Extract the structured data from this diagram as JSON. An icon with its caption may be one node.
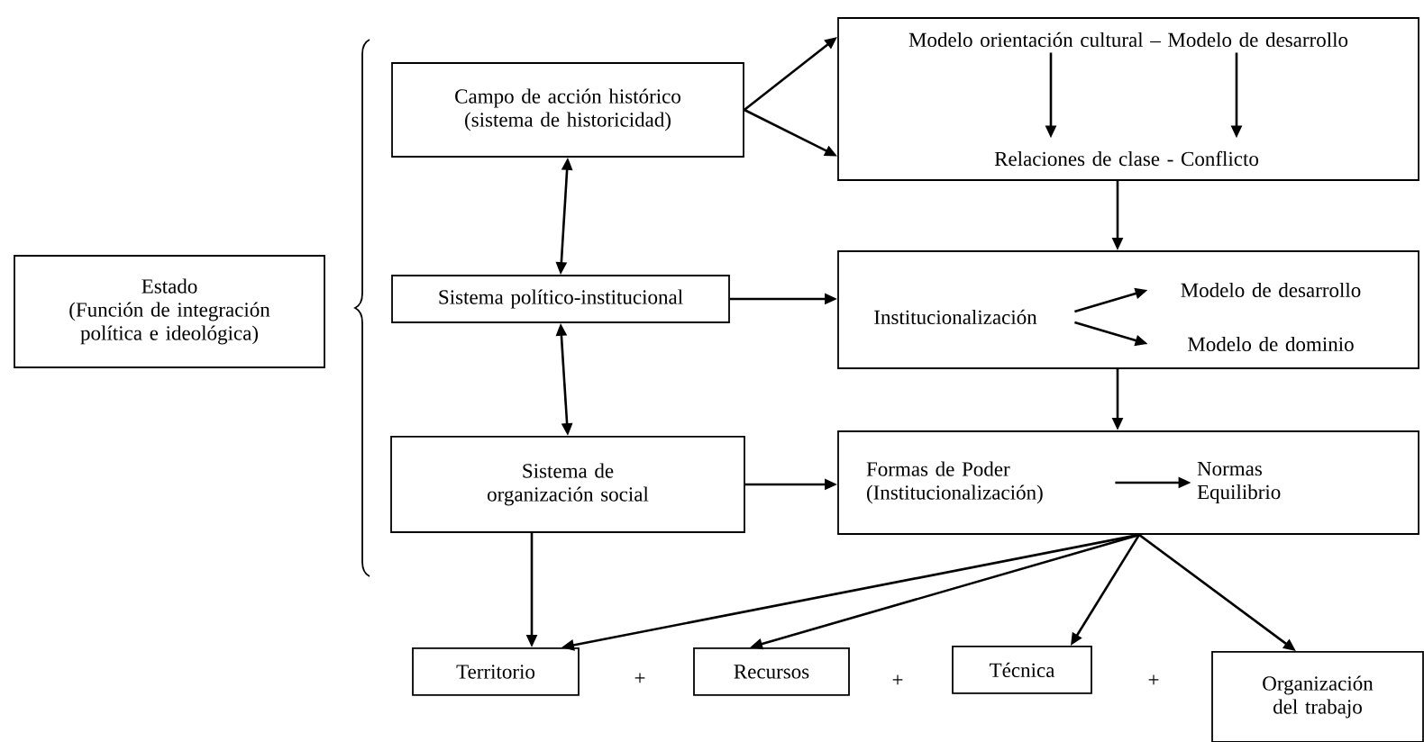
{
  "diagram": {
    "nodes": [
      {
        "text": [
          "Estado",
          "(Función de integración política e ideológica)"
        ]
      },
      {
        "text": [
          "Campo de acción histórico (sistema de historicidad)"
        ]
      },
      {
        "text": [
          "Sistema político-institucional"
        ]
      },
      {
        "text": [
          "Sistema de organización social"
        ]
      },
      {
        "text": [],
        "shape": "box"
      },
      {
        "text": [
          "Modelo orientación cultural – Modelo de desarrollo"
        ],
        "in": 4
      },
      {
        "text": [
          "Relaciones de clase - Conflicto"
        ],
        "in": 4
      },
      {
        "text": [],
        "shape": "box"
      },
      {
        "text": [
          "Institucionalización"
        ],
        "in": 7
      },
      {
        "text": [
          "Modelo de desarrollo"
        ],
        "in": 7
      },
      {
        "text": [
          "Modelo de dominio"
        ],
        "in": 7
      },
      {
        "text": [],
        "shape": "box"
      },
      {
        "text": [
          "Formas de Poder (Institucionalización)"
        ],
        "in": 11
      },
      {
        "text": [
          "Normas Equilibrio"
        ],
        "in": 11
      },
      {
        "text": [
          "Territorio"
        ]
      },
      {
        "text": [
          "Recursos"
        ]
      },
      {
        "text": [
          "Técnica"
        ]
      },
      {
        "text": [
          "Organización del trabajo"
        ]
      }
    ],
    "edges": [
      {
        "from": 1,
        "to": 2,
        "arrow": "both"
      },
      {
        "from": 2,
        "to": 3,
        "arrow": "both"
      },
      {
        "from": 1,
        "to": 4,
        "arrow": "to"
      },
      {
        "from": 1,
        "to": 4,
        "arrow": "to"
      },
      {
        "from": 2,
        "to": 7,
        "arrow": "to"
      },
      {
        "from": 3,
        "to": 11,
        "arrow": "to"
      },
      {
        "from": 4,
        "to": 7,
        "arrow": "to"
      },
      {
        "from": 7,
        "to": 11,
        "arrow": "to"
      },
      {
        "from": 5,
        "to": 6,
        "arrow": "to"
      },
      {
        "from": 5,
        "to": 6,
        "arrow": "to"
      },
      {
        "from": 8,
        "to": 9,
        "arrow": "to"
      },
      {
        "from": 8,
        "to": 10,
        "arrow": "to"
      },
      {
        "from": 12,
        "to": 13,
        "arrow": "to"
      },
      {
        "from": 3,
        "to": 14,
        "arrow": "to"
      },
      {
        "from": 11,
        "to": 14,
        "arrow": "to"
      },
      {
        "from": 11,
        "to": 15,
        "arrow": "to"
      },
      {
        "from": 11,
        "to": 16,
        "arrow": "to"
      },
      {
        "from": 11,
        "to": 17,
        "arrow": "to"
      }
    ],
    "labels": [
      "+",
      "+",
      "+"
    ]
  }
}
